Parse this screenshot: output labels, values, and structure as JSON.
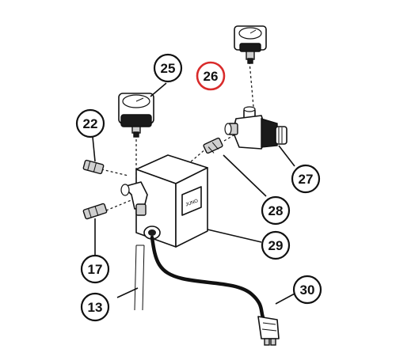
{
  "diagram": {
    "colors": {
      "line": "#111111",
      "highlight": "#d92b2b",
      "background": "#ffffff"
    },
    "highlighted_callout": "26",
    "callouts": [
      {
        "id": "c13",
        "label": "13"
      },
      {
        "id": "c17",
        "label": "17"
      },
      {
        "id": "c22",
        "label": "22"
      },
      {
        "id": "c25",
        "label": "25"
      },
      {
        "id": "c26",
        "label": "26"
      },
      {
        "id": "c27",
        "label": "27"
      },
      {
        "id": "c28",
        "label": "28"
      },
      {
        "id": "c29",
        "label": "29"
      },
      {
        "id": "c30",
        "label": "30"
      }
    ],
    "switch_badge": "JUNO"
  }
}
